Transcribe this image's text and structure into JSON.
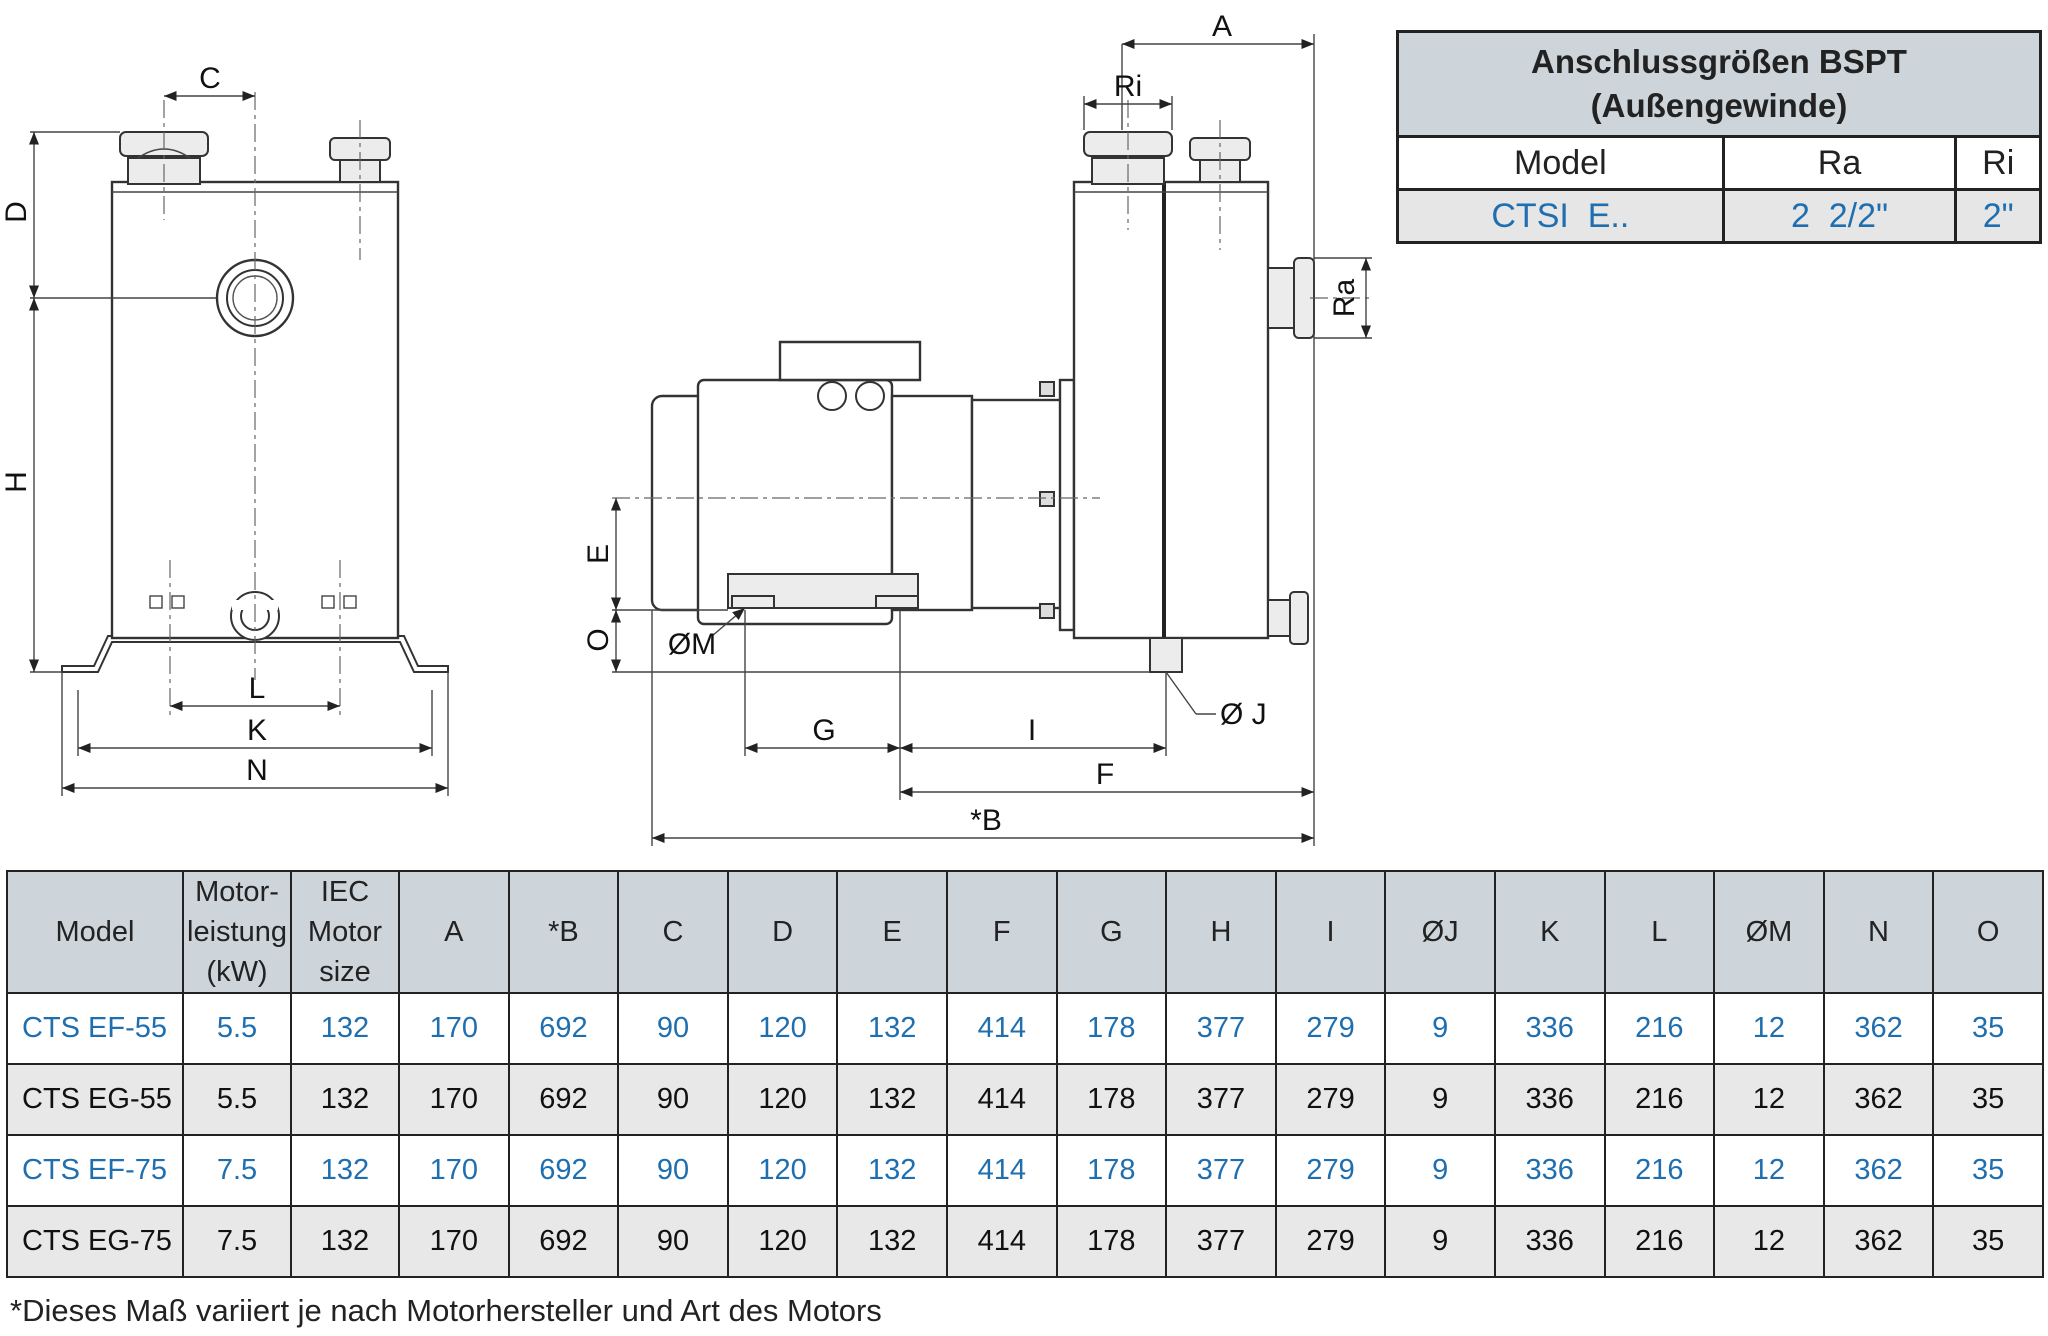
{
  "drawing": {
    "labels": {
      "A": "A",
      "B": "*B",
      "C": "C",
      "D": "D",
      "E": "E",
      "F": "F",
      "G": "G",
      "H": "H",
      "I": "I",
      "J": "Ø J",
      "K": "K",
      "L": "L",
      "M": "ØM",
      "N": "N",
      "O": "O",
      "Ri": "Ri",
      "Ra": "Ra"
    }
  },
  "bspt_table": {
    "title_line1": "Anschlussgrößen BSPT",
    "title_line2": "(Außengewinde)",
    "headers": [
      "Model",
      "Ra",
      "Ri"
    ],
    "rows": [
      [
        "CTSI  E..",
        "2  2/2\"",
        "2\""
      ]
    ]
  },
  "dims_table": {
    "headers": [
      [
        "Model"
      ],
      [
        "Motor-",
        "leistung",
        "(kW)"
      ],
      [
        "IEC",
        "Motor",
        "size"
      ],
      [
        "A"
      ],
      [
        "*B"
      ],
      [
        "C"
      ],
      [
        "D"
      ],
      [
        "E"
      ],
      [
        "F"
      ],
      [
        "G"
      ],
      [
        "H"
      ],
      [
        "I"
      ],
      [
        "ØJ"
      ],
      [
        "K"
      ],
      [
        "L"
      ],
      [
        "ØM"
      ],
      [
        "N"
      ],
      [
        "O"
      ]
    ],
    "rows": [
      [
        "CTS EF-55",
        "5.5",
        "132",
        "170",
        "692",
        "90",
        "120",
        "132",
        "414",
        "178",
        "377",
        "279",
        "9",
        "336",
        "216",
        "12",
        "362",
        "35"
      ],
      [
        "CTS EG-55",
        "5.5",
        "132",
        "170",
        "692",
        "90",
        "120",
        "132",
        "414",
        "178",
        "377",
        "279",
        "9",
        "336",
        "216",
        "12",
        "362",
        "35"
      ],
      [
        "CTS EF-75",
        "7.5",
        "132",
        "170",
        "692",
        "90",
        "120",
        "132",
        "414",
        "178",
        "377",
        "279",
        "9",
        "336",
        "216",
        "12",
        "362",
        "35"
      ],
      [
        "CTS EG-75",
        "7.5",
        "132",
        "170",
        "692",
        "90",
        "120",
        "132",
        "414",
        "178",
        "377",
        "279",
        "9",
        "336",
        "216",
        "12",
        "362",
        "35"
      ]
    ],
    "row_styles": [
      "blue",
      "black",
      "blue",
      "black"
    ]
  },
  "footnote": "*Dieses Maß variiert je nach Motorhersteller und Art des Motors",
  "colors": {
    "header_bg": "#cdd5db",
    "accent_blue": "#1f6fb0",
    "row_gray": "#e8e8e8"
  }
}
